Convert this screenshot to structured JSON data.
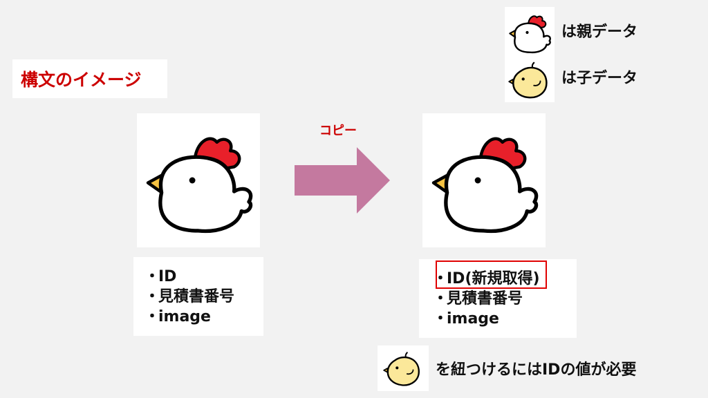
{
  "title": "構文のイメージ",
  "legend": {
    "parent_label": "は親データ",
    "child_label": "は子データ"
  },
  "copy_label": "コピー",
  "bullet": "・",
  "left_fields": [
    "ID",
    "見積書番号",
    "image"
  ],
  "right_fields": [
    "ID(新規取得)",
    "見積書番号",
    "image"
  ],
  "note": "を紐つけるにはIDの値が必要",
  "colors": {
    "title_red": "#cc0000",
    "arrow": "#c4799f",
    "highlight": "#e00000",
    "comb": "#e8202a",
    "beak": "#f5c242",
    "chick_body": "#fbe89a"
  },
  "icons": {
    "parent": "chicken-icon",
    "child": "chick-icon",
    "arrow": "right-arrow-icon"
  }
}
